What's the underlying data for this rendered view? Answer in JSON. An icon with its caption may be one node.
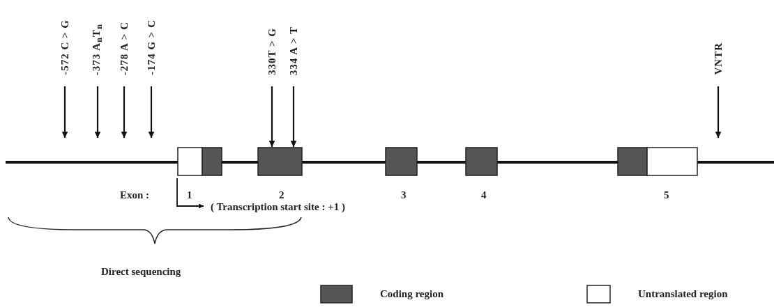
{
  "diagram": {
    "nodes": [
      {
        "text": [
          "-572 C > G"
        ]
      },
      {
        "text": [
          "-373 A$_{n}$T$_{n}$"
        ]
      },
      {
        "text": [
          "-278 A > C"
        ]
      },
      {
        "text": [
          "-174 G > C"
        ]
      },
      {
        "text": [
          "330T > G"
        ]
      },
      {
        "text": [
          "334 A > T"
        ]
      },
      {
        "text": [
          "VNTR"
        ]
      },
      {
        "text": [],
        "shape": "box"
      },
      {
        "text": [],
        "shape": "box"
      },
      {
        "text": [],
        "shape": "box"
      },
      {
        "text": [],
        "shape": "box"
      },
      {
        "text": [],
        "shape": "box"
      },
      {
        "text": [],
        "shape": "box"
      },
      {
        "text": [],
        "shape": "box"
      }
    ],
    "edges": [
      {
        "from": 0,
        "to": null,
        "arrow": "to"
      },
      {
        "from": 1,
        "to": null,
        "arrow": "to"
      },
      {
        "from": 2,
        "to": null,
        "arrow": "to"
      },
      {
        "from": 3,
        "to": null,
        "arrow": "to"
      },
      {
        "from": 4,
        "to": 9,
        "arrow": "to"
      },
      {
        "from": 5,
        "to": 9,
        "arrow": "to"
      },
      {
        "from": 6,
        "to": null,
        "arrow": "to"
      }
    ],
    "labels": [
      "Exon :",
      "1",
      "2",
      "3",
      "4",
      "5",
      "( Transcription start site : +1 )",
      "Direct sequencing"
    ],
    "legend": [
      {
        "text": "Coding region",
        "color": "#555555"
      },
      {
        "text": "Untranslated region",
        "color": "#ffffff"
      }
    ]
  }
}
